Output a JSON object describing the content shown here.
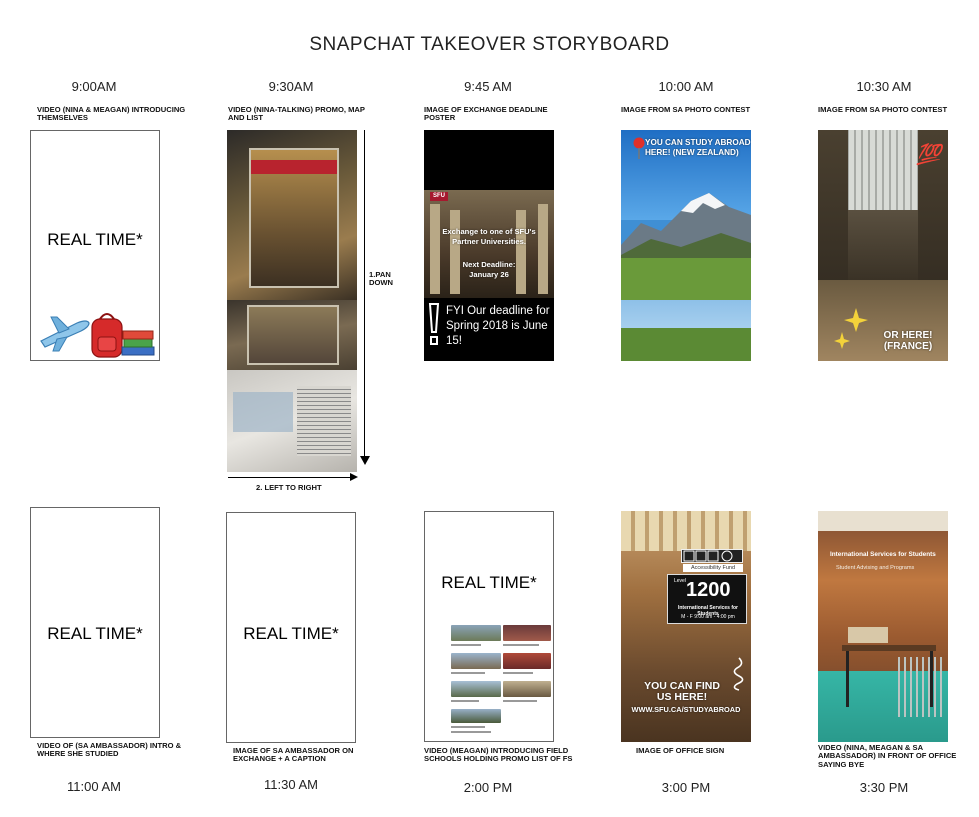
{
  "title": "SNAPCHAT TAKEOVER STORYBOARD",
  "top_row": [
    {
      "time": "9:00AM",
      "caption": "VIDEO (NINA & MEAGAN) INTRODUCING THEMSELVES",
      "frame_text": "REAL TIME*"
    },
    {
      "time": "9:30AM",
      "caption": "VIDEO (NINA-TALKING) PROMO, MAP AND LIST"
    },
    {
      "time": "9:45 AM",
      "caption": "IMAGE OF EXCHANGE DEADLINE POSTER"
    },
    {
      "time": "10:00 AM",
      "caption": "IMAGE FROM SA PHOTO CONTEST"
    },
    {
      "time": "10:30 AM",
      "caption": "IMAGE FROM SA PHOTO CONTEST"
    }
  ],
  "bottom_row": [
    {
      "time": "11:00 AM",
      "caption": "VIDEO OF (SA AMBASSADOR) INTRO & WHERE SHE STUDIED",
      "frame_text": "REAL TIME*"
    },
    {
      "time": "11:30 AM",
      "caption": "IMAGE OF SA AMBASSADOR ON EXCHANGE + A CAPTION",
      "frame_text": "REAL TIME*"
    },
    {
      "time": "2:00 PM",
      "caption": "VIDEO (MEAGAN) INTRODUCING FIELD SCHOOLS HOLDING PROMO LIST OF FS",
      "frame_text": "REAL TIME*"
    },
    {
      "time": "3:00 PM",
      "caption": "IMAGE OF OFFICE SIGN"
    },
    {
      "time": "3:30 PM",
      "caption": "VIDEO (NINA, MEAGAN & SA AMBASSADOR) IN FRONT OF OFFICE SAYING BYE"
    }
  ],
  "annotations": {
    "pan_down": "1.PAN DOWN",
    "left_to_right": "2. LEFT TO RIGHT"
  },
  "overlays": {
    "poster_main": "Exchange to one of SFU's Partner Universities.",
    "poster_deadline": "Next Deadline: January 26",
    "poster_fyi": "FYI Our deadline for Spring 2018 is June 15!",
    "poster_logo": "SFU",
    "nz_text": "YOU CAN STUDY ABROAD HERE! (NEW ZEALAND)",
    "france_text": "OR HERE! (FRANCE)",
    "hundred_emoji": "💯",
    "office_level": "Level",
    "office_number": "1200",
    "office_fund": "Accessibility Fund",
    "office_services": "International Services for Students",
    "office_hours": "M - F 9:00 am - 4:00 pm",
    "office_find": "YOU CAN FIND US HERE!",
    "office_url": "WWW.SFU.CA/STUDYABROAD",
    "bye_sign": "International Services for Students",
    "bye_sign_sub": "Student Advising and Programs"
  },
  "colors": {
    "sfu_red": "#a6192e",
    "sky_blue": "#3f8fd4",
    "grass_green": "#6a9a3a",
    "teal_floor": "#36b6a6",
    "wood_orange": "#c8732a"
  }
}
